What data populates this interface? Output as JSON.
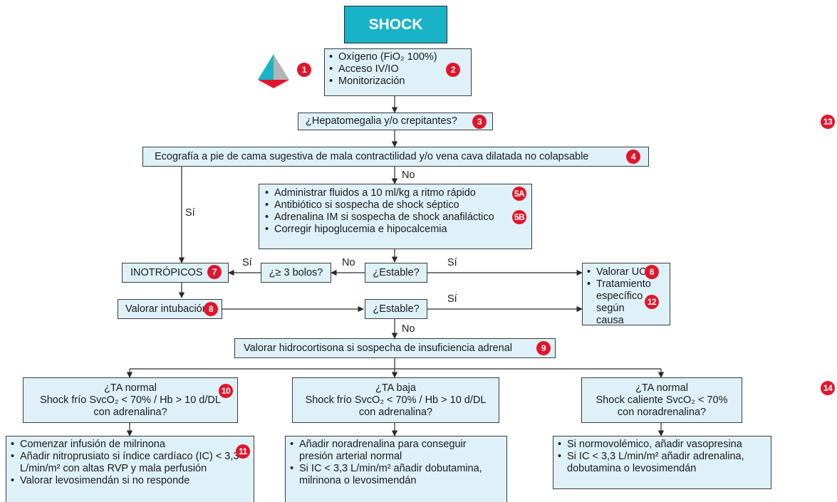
{
  "colors": {
    "title_bg": "#19b3c8",
    "box_bg": "#def1f8",
    "badge": "#e0162b",
    "logo_cyan": "#19b3c8",
    "logo_red": "#e0162b",
    "logo_grey": "#b5b5b5"
  },
  "title": "SHOCK",
  "initial": {
    "items": [
      "Oxígeno (FiO₂ 100%)",
      "Acceso IV/IO",
      "Monitorización"
    ]
  },
  "hepato": "¿Hepatomegalia y/o crepitantes?",
  "eco": "Ecografía a pie de cama sugestiva de mala contractilidad y/o vena cava dilatada no colapsable",
  "fluids": {
    "items": [
      "Administrar fluidos a 10 ml/kg a ritmo rápido",
      "Antibiótico si sospecha de shock séptico",
      "Adrenalina IM si sospecha de shock anafiláctico",
      "Corregir hipoglucemia e hipocalcemia"
    ]
  },
  "inotropicos": "INOTRÓPICOS",
  "bolos": "¿≥ 3 bolos?",
  "estable": "¿Estable?",
  "intubacion": "Valorar intubación",
  "uci": {
    "items": [
      "Valorar UCI",
      "Tratamiento específico según causa"
    ]
  },
  "hidro": "Valorar hidrocortisona si sospecha de insuficiencia adrenal",
  "branches": {
    "left": {
      "lines": [
        "¿TA normal",
        "Shock frío SvcO₂ < 70% / Hb > 10 d/DL",
        "con adrenalina?"
      ]
    },
    "middle": {
      "lines": [
        "¿TA baja",
        "Shock frío SvcO₂ < 70% / Hb > 10 d/DL",
        "con adrenalina?"
      ]
    },
    "right": {
      "lines": [
        "¿TA normal",
        "Shock caliente SvcO₂ < 70%",
        "con noradrenalina?"
      ]
    }
  },
  "treatments": {
    "left": [
      "Comenzar infusión de milrinona",
      "Añadir nitroprusiato si índice cardíaco (IC) < 3,3 L/min/m² con altas RVP y mala perfusión",
      "Valorar levosimendán si no responde"
    ],
    "middle": [
      "Añadir noradrenalina para conseguir presión arterial normal",
      "Si IC < 3,3 L/min/m² añadir dobutamina, milrinona o levosimendán"
    ],
    "right": [
      "Si normovolémico, añadir vasopresina",
      "Si IC < 3,3 L/min/m² añadir adrenalina, dobutamina o levosimendán"
    ]
  },
  "labels": {
    "si": "Sí",
    "no": "No"
  },
  "badges": {
    "b1": "1",
    "b2": "2",
    "b3": "3",
    "b4": "4",
    "b5a": "5A",
    "b5b": "5B",
    "b6": "6",
    "b7": "7",
    "b8": "8",
    "b9": "9",
    "b10": "10",
    "b11": "11",
    "b12": "12",
    "b13": "13",
    "b14": "14"
  }
}
